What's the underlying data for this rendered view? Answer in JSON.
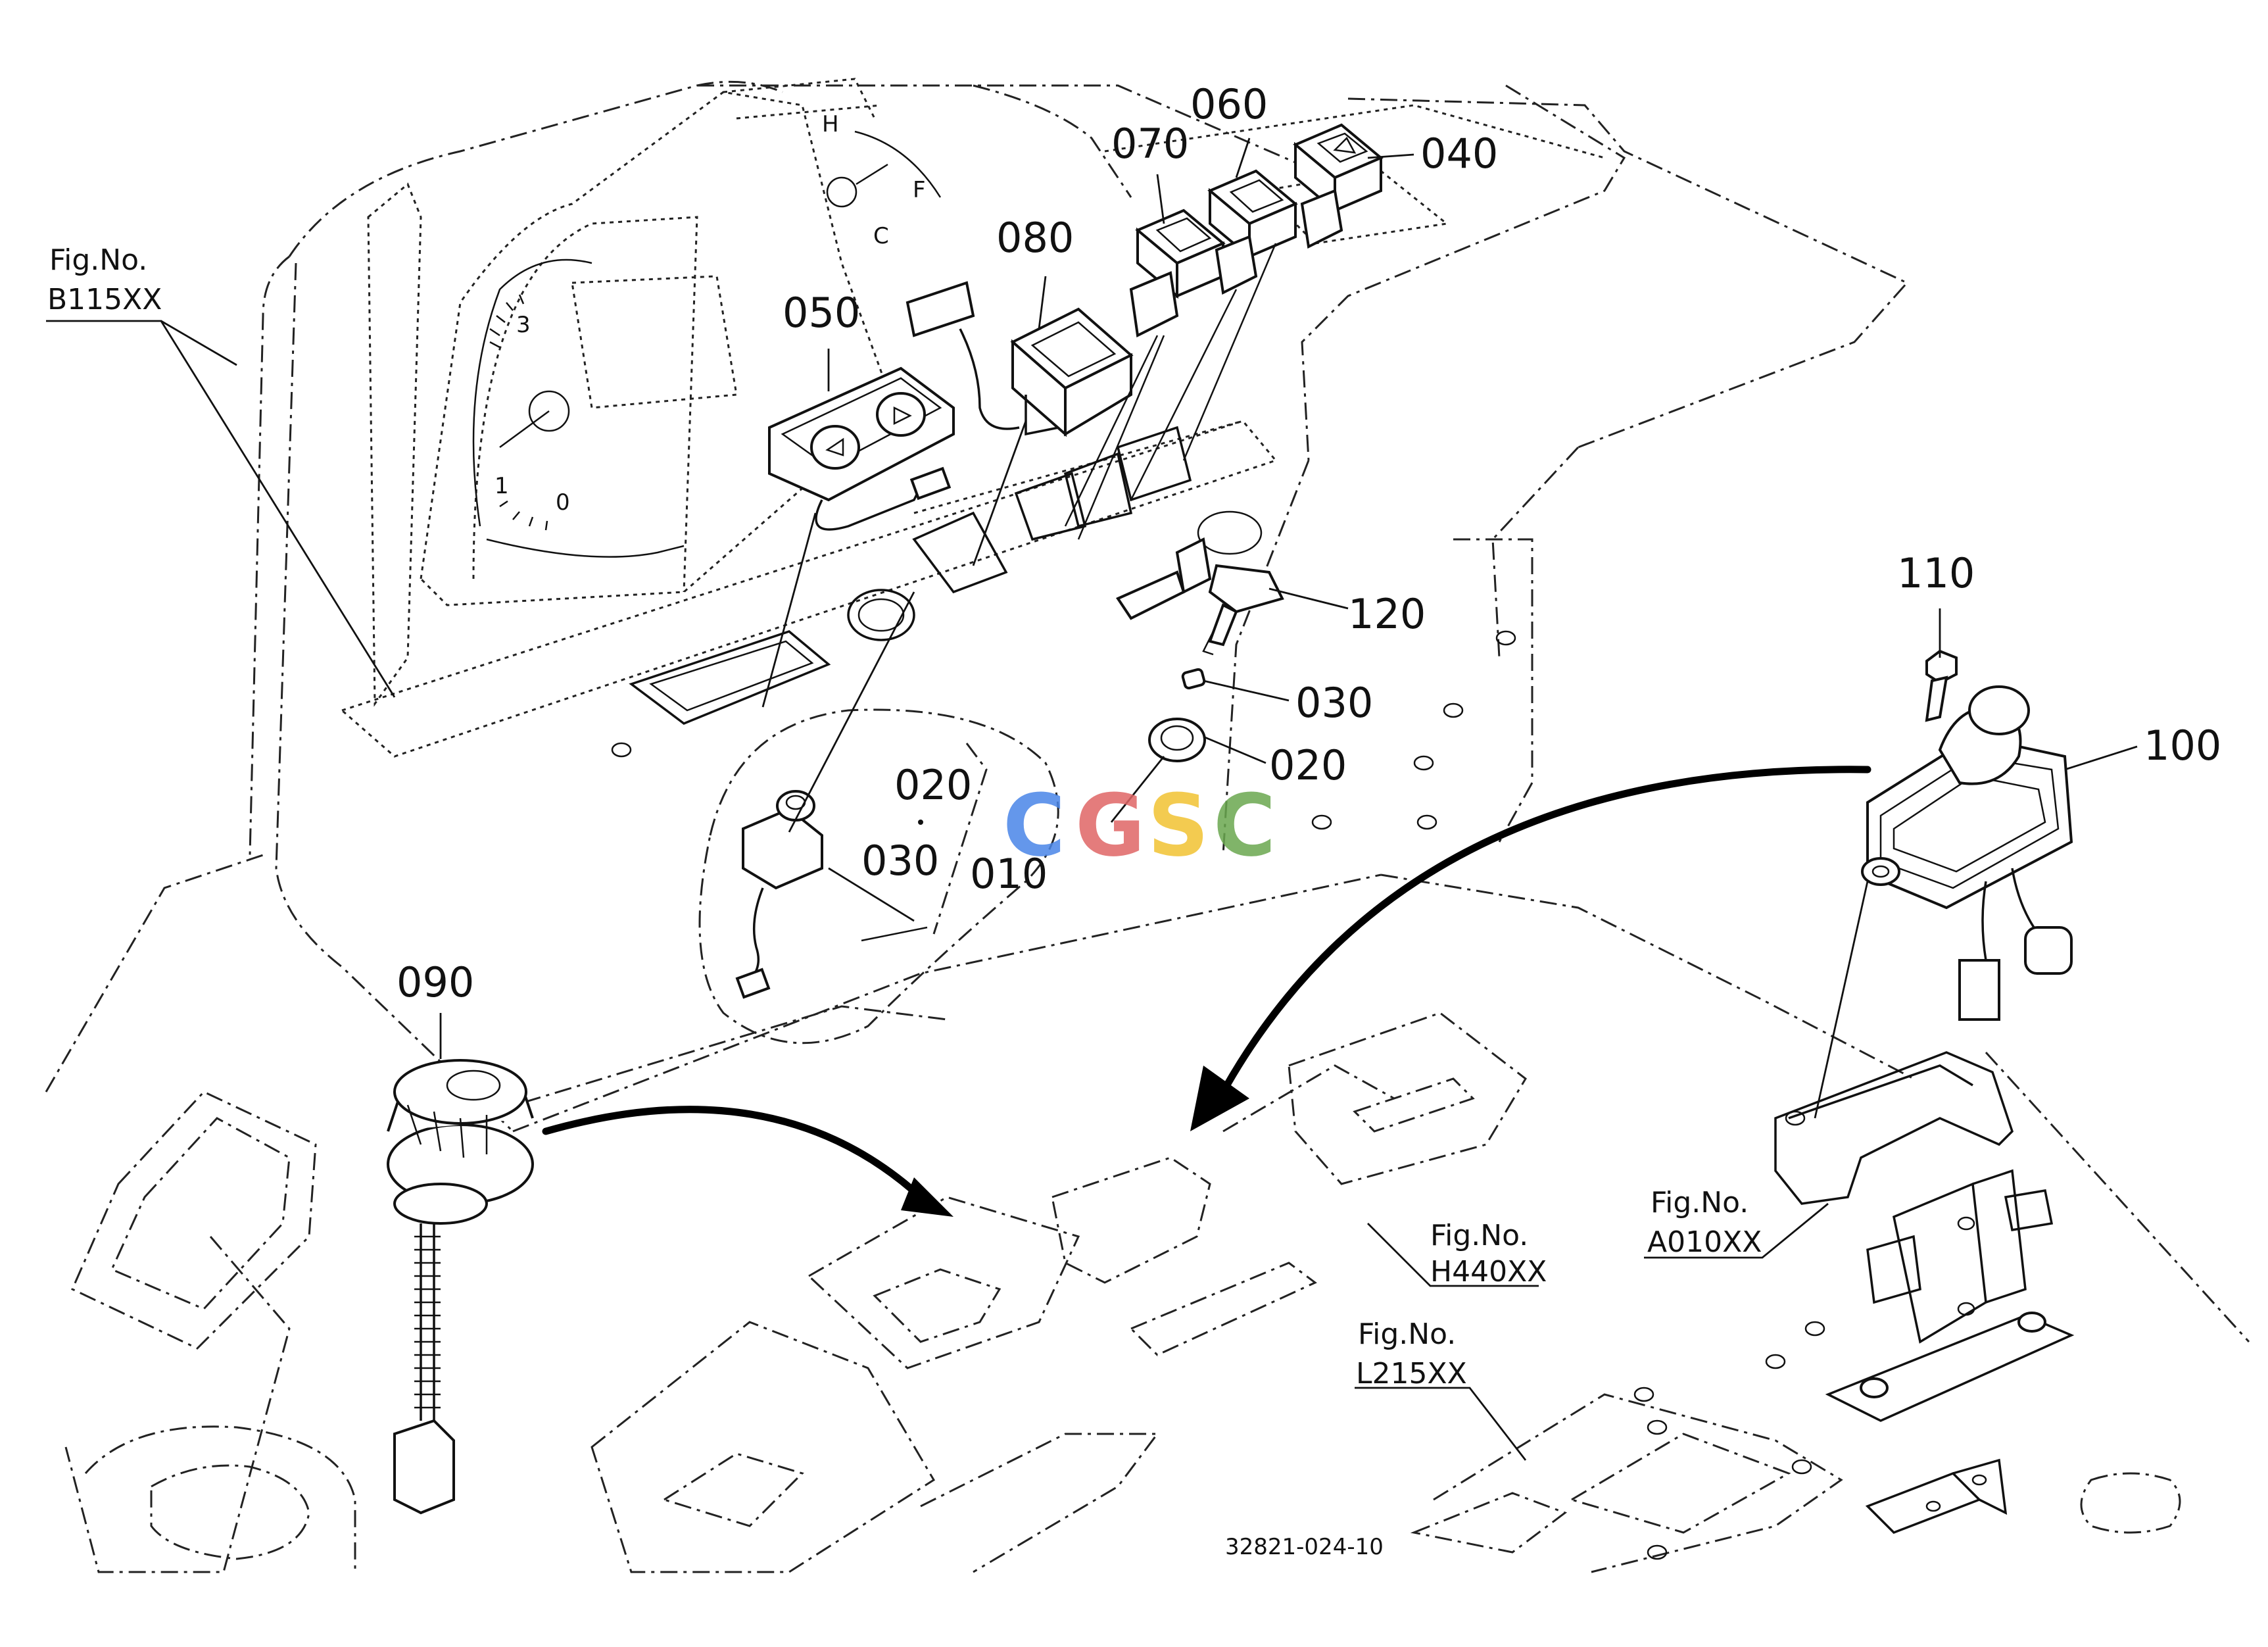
{
  "callouts": {
    "c040": "040",
    "c060": "060",
    "c070": "070",
    "c080": "080",
    "c050": "050",
    "c120": "120",
    "c030a": "030",
    "c020a": "020",
    "c110": "110",
    "c100": "100",
    "c020b": "020",
    "c030b": "030",
    "c010": "010",
    "c090": "090"
  },
  "fig_refs": [
    {
      "line1": "Fig.No.",
      "line2": "B115XX"
    },
    {
      "line1": "Fig.No.",
      "line2": "A010XX"
    },
    {
      "line1": "Fig.No.",
      "line2": "H440XX"
    },
    {
      "line1": "Fig.No.",
      "line2": "L215XX"
    }
  ],
  "gauge_labels": {
    "h": "H",
    "c": "C",
    "f": "F",
    "three": "3",
    "one": "1",
    "zero": "0"
  },
  "watermark": "CGSC",
  "diagram_code": "32821-024-10"
}
